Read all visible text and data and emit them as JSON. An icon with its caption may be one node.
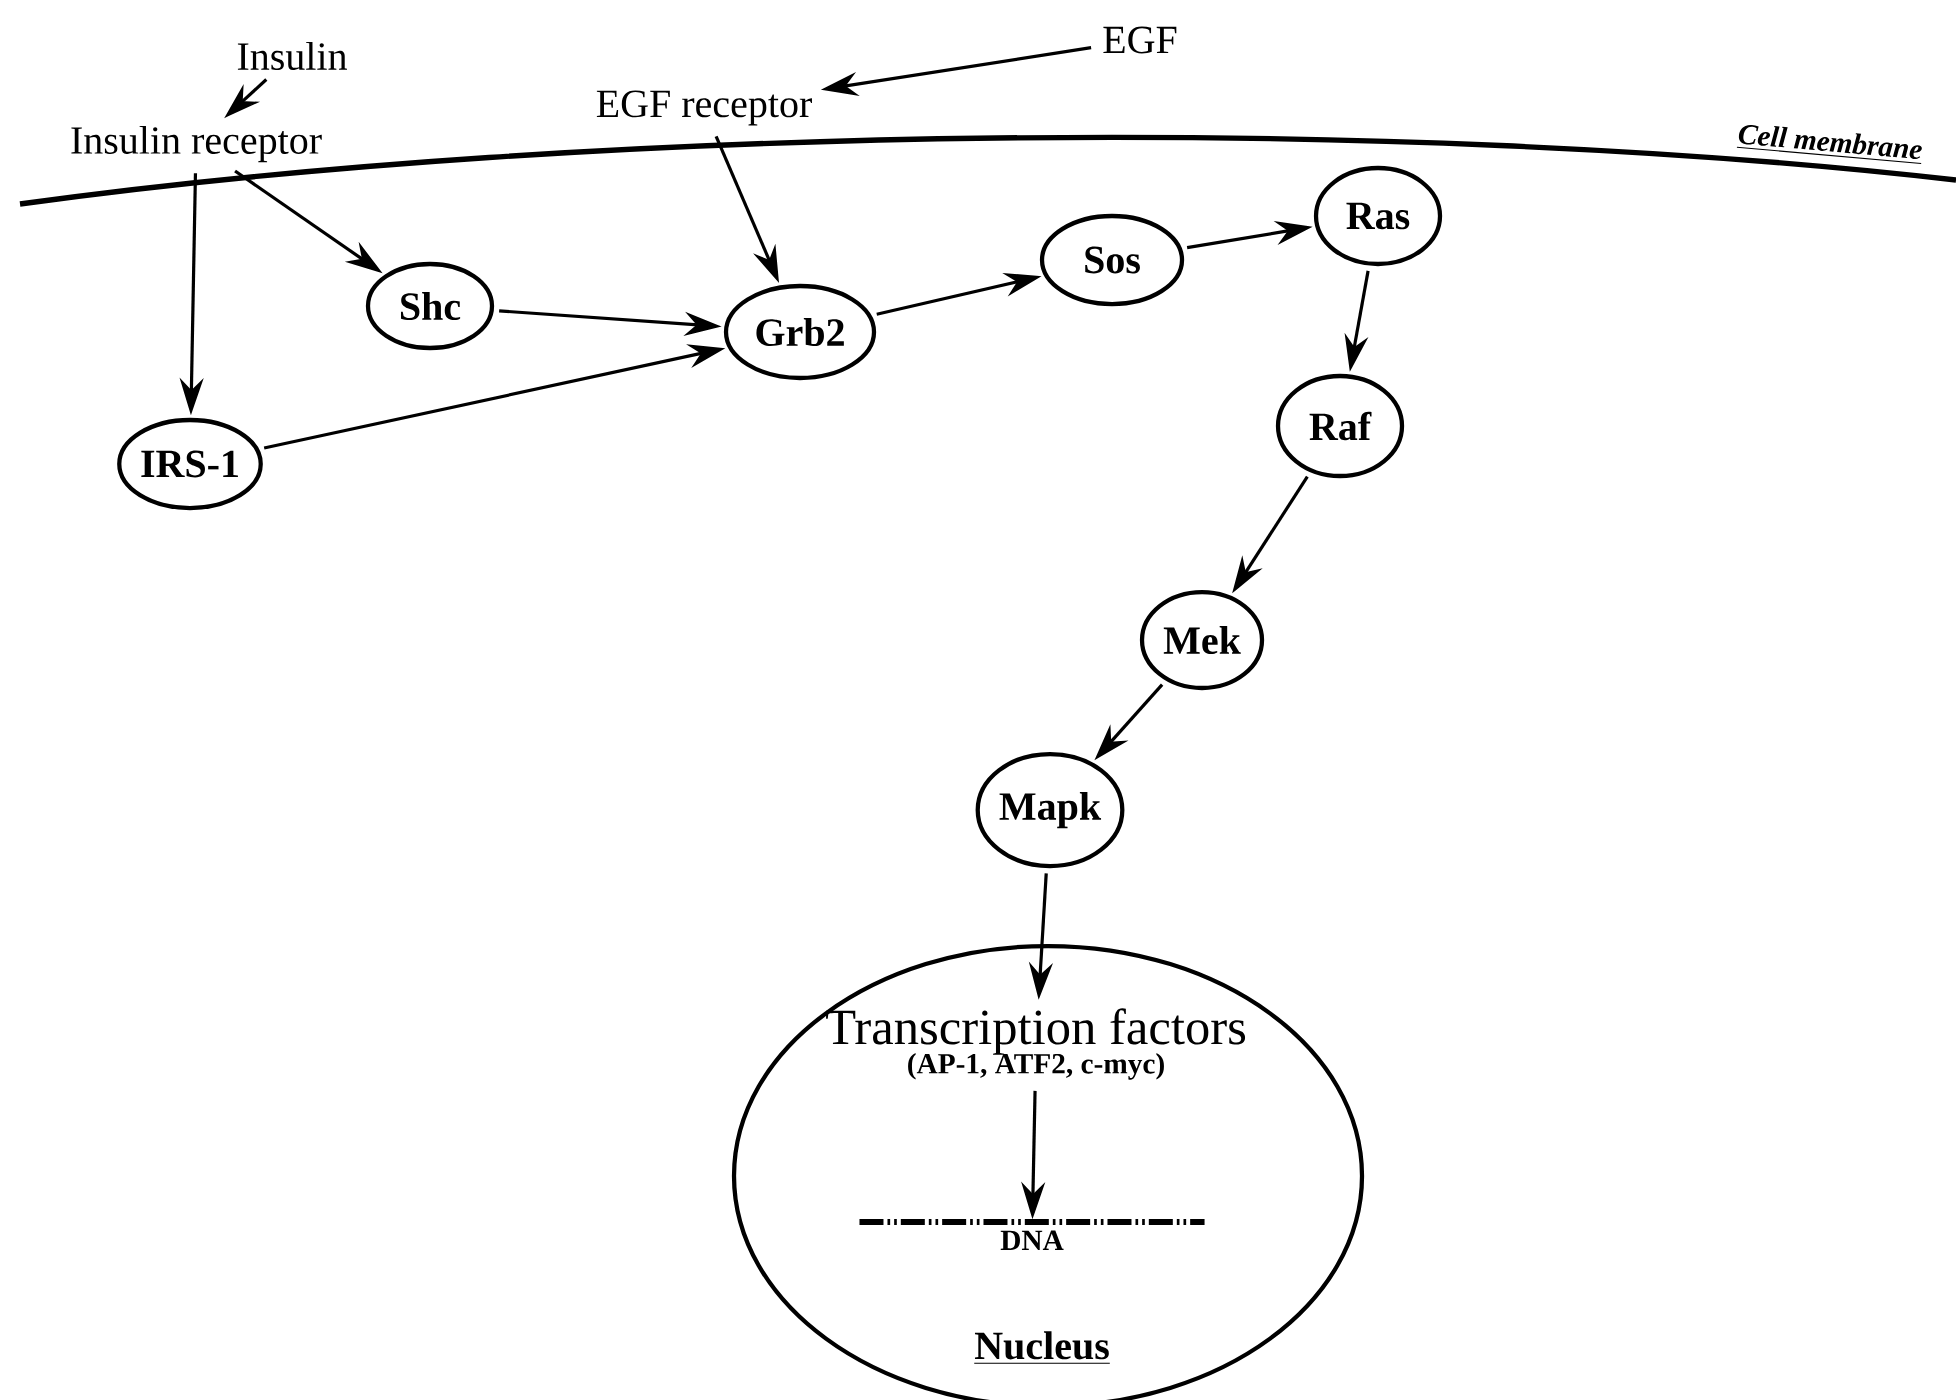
{
  "diagram": {
    "nodes": [
      {
        "text": [
          "Insulin"
        ]
      },
      {
        "text": [
          "EGF"
        ]
      },
      {
        "text": [
          "Insulin receptor"
        ]
      },
      {
        "text": [
          "EGF receptor"
        ]
      },
      {
        "text": [
          "Shc"
        ]
      },
      {
        "text": [
          "IRS-1"
        ]
      },
      {
        "text": [
          "Grb2"
        ]
      },
      {
        "text": [
          "Sos"
        ]
      },
      {
        "text": [
          "Ras"
        ]
      },
      {
        "text": [
          "Raf"
        ]
      },
      {
        "text": [
          "Mek"
        ]
      },
      {
        "text": [
          "Mapk"
        ]
      },
      {
        "text": [
          "Nucleus"
        ]
      },
      {
        "text": [
          "Transcription factors",
          "(AP-1, ATF2, c-myc)"
        ],
        "in": 12
      },
      {
        "text": [
          "DNA"
        ],
        "in": 12
      }
    ],
    "edges": [
      {
        "from": 0,
        "to": 2,
        "arrow": "to"
      },
      {
        "from": 1,
        "to": 3,
        "arrow": "to"
      },
      {
        "from": 2,
        "to": 5,
        "arrow": "to"
      },
      {
        "from": 2,
        "to": 4,
        "arrow": "to"
      },
      {
        "from": 3,
        "to": 6,
        "arrow": "to"
      },
      {
        "from": 4,
        "to": 6,
        "arrow": "to"
      },
      {
        "from": 5,
        "to": 6,
        "arrow": "to"
      },
      {
        "from": 6,
        "to": 7,
        "arrow": "to"
      },
      {
        "from": 7,
        "to": 8,
        "arrow": "to"
      },
      {
        "from": 8,
        "to": 9,
        "arrow": "to"
      },
      {
        "from": 9,
        "to": 10,
        "arrow": "to"
      },
      {
        "from": 10,
        "to": 11,
        "arrow": "to"
      },
      {
        "from": 11,
        "to": 13,
        "arrow": "to"
      },
      {
        "from": 13,
        "to": 14,
        "arrow": "to"
      }
    ],
    "labels": [
      "Cell membrane"
    ]
  }
}
